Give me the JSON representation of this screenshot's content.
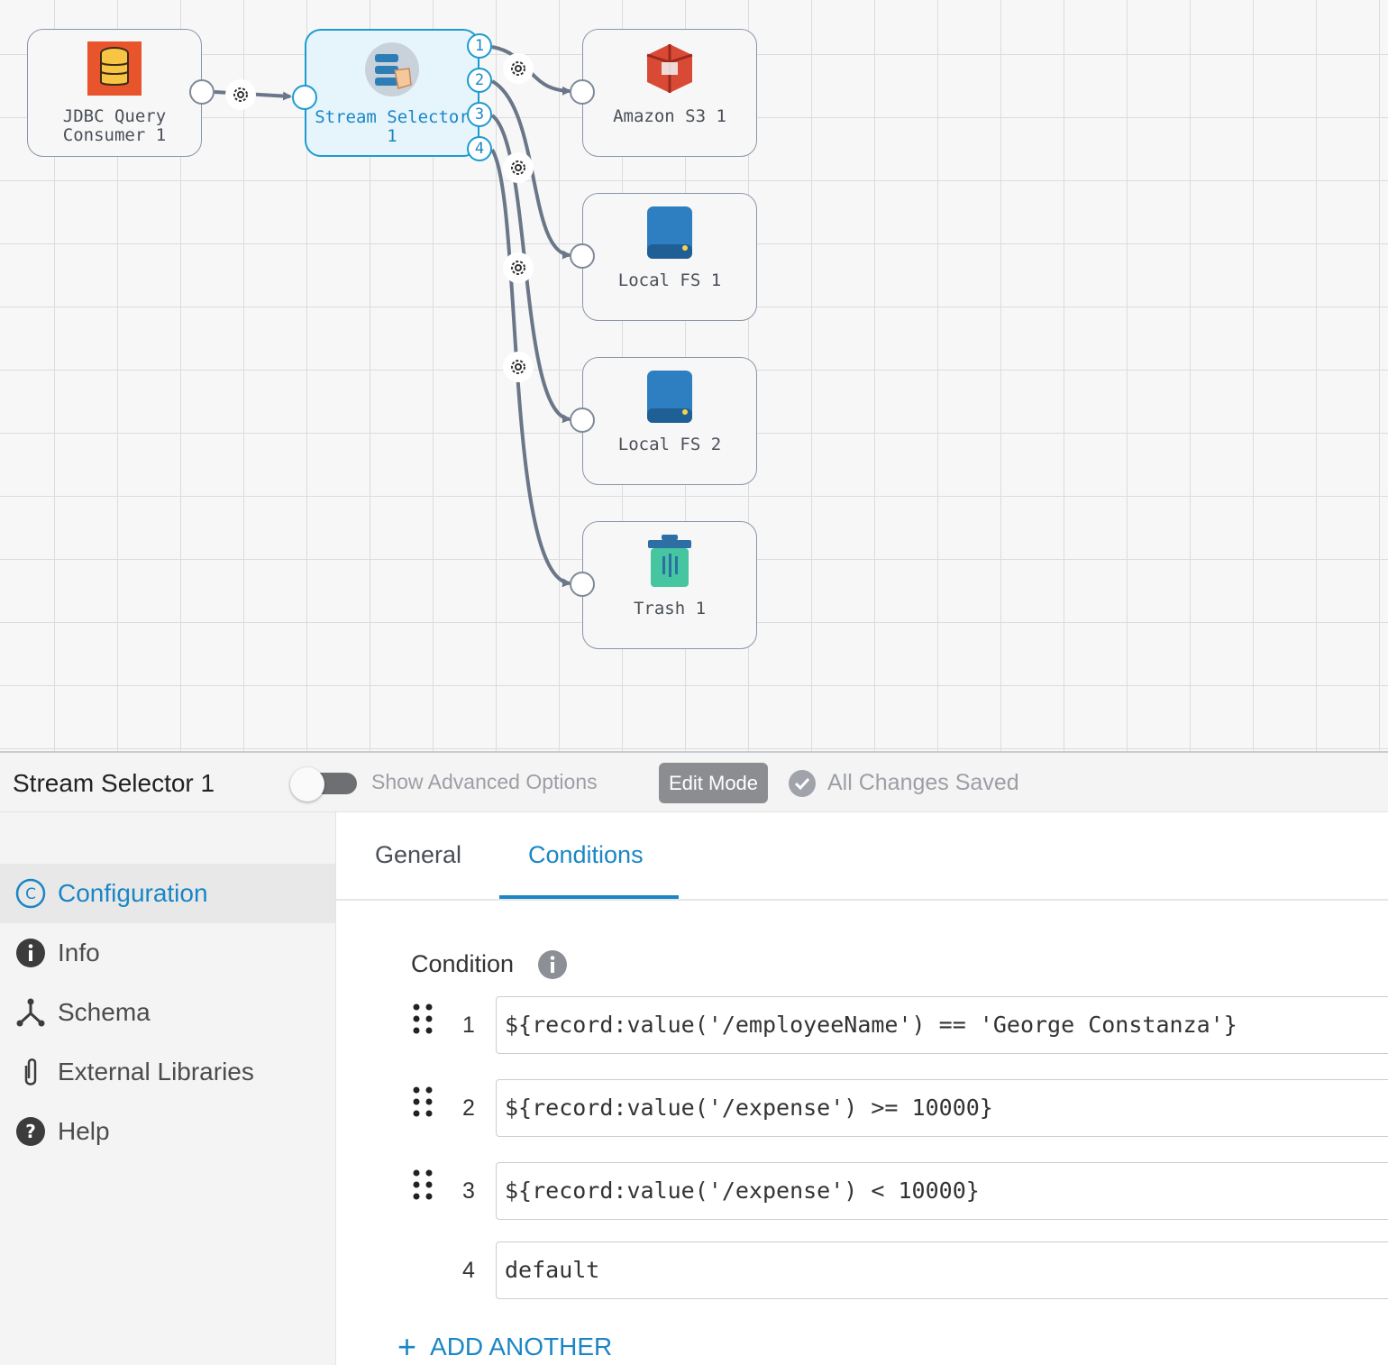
{
  "pipeline": {
    "stages": [
      {
        "id": "jdbc",
        "label": "JDBC Query\nConsumer 1",
        "icon": "database-icon"
      },
      {
        "id": "selector",
        "label": "Stream Selector\n1",
        "icon": "stream-selector-icon"
      },
      {
        "id": "s3",
        "label": "Amazon S3 1",
        "icon": "amazon-s3-icon"
      },
      {
        "id": "localfs1",
        "label": "Local FS 1",
        "icon": "hard-drive-icon"
      },
      {
        "id": "localfs2",
        "label": "Local FS 2",
        "icon": "hard-drive-icon"
      },
      {
        "id": "trash",
        "label": "Trash 1",
        "icon": "trash-icon"
      }
    ],
    "output_ports": [
      "1",
      "2",
      "3",
      "4"
    ]
  },
  "panel": {
    "title": "Stream Selector 1",
    "advanced_label": "Show Advanced Options",
    "advanced_enabled": false,
    "edit_mode": "Edit Mode",
    "saved_status": "All Changes Saved"
  },
  "sidebar": {
    "items": [
      {
        "label": "Configuration",
        "icon": "configuration-icon",
        "active": true
      },
      {
        "label": "Info",
        "icon": "info-icon"
      },
      {
        "label": "Schema",
        "icon": "schema-icon"
      },
      {
        "label": "External Libraries",
        "icon": "paperclip-icon"
      },
      {
        "label": "Help",
        "icon": "help-icon"
      }
    ]
  },
  "tabs": [
    {
      "label": "General"
    },
    {
      "label": "Conditions",
      "active": true
    }
  ],
  "conditions": {
    "title": "Condition",
    "rows": [
      {
        "num": "1",
        "value": "${record:value('/employeeName') == 'George Constanza'}"
      },
      {
        "num": "2",
        "value": "${record:value('/expense') >= 10000}"
      },
      {
        "num": "3",
        "value": "${record:value('/expense') < 10000}"
      },
      {
        "num": "4",
        "value": "default"
      }
    ],
    "add_label": "ADD ANOTHER"
  },
  "colors": {
    "accent": "#1b86c5",
    "selected_border": "#1d9bd1",
    "wire": "#6b7688",
    "s3_red": "#d84a36",
    "drive_blue": "#2d7fc1",
    "trash_green": "#46c6a0",
    "db_orange": "#e8542c"
  }
}
